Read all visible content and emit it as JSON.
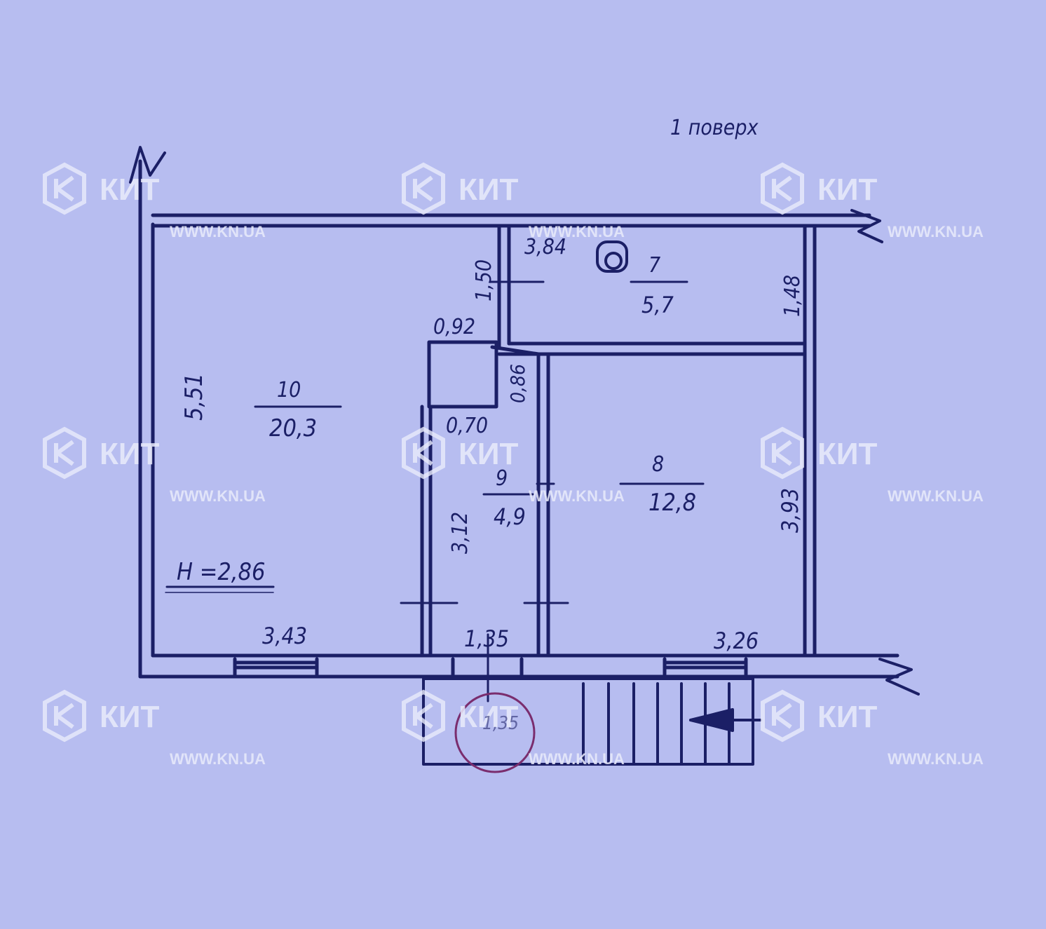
{
  "floor_label": "1 поверх",
  "height_label": "H =2,86",
  "rooms": [
    {
      "number": "10",
      "area": "20,3"
    },
    {
      "number": "9",
      "area": "4,9"
    },
    {
      "number": "8",
      "area": "12,8"
    },
    {
      "number": "7",
      "area": "5,7"
    }
  ],
  "dimensions": {
    "left_height": "5,51",
    "room10_bottom": "3,43",
    "room9_bottom": "1,35",
    "room8_bottom": "3,26",
    "room8_right": "3,93",
    "room9_left": "3,12",
    "niche_top": "0,92",
    "niche_bottom": "0,70",
    "niche_right": "0,86",
    "room7_top": "3,84",
    "room7_left": "1,50",
    "room7_right": "1,48",
    "stamp_number": "1,35"
  },
  "watermark": {
    "brand": "КИТ",
    "url": "WWW.KN.UA"
  },
  "colors": {
    "paper": "#b7bdf0",
    "ink": "#1b1f66",
    "stamp": "#7a2d6e",
    "watermark": "#e9ebfb"
  }
}
